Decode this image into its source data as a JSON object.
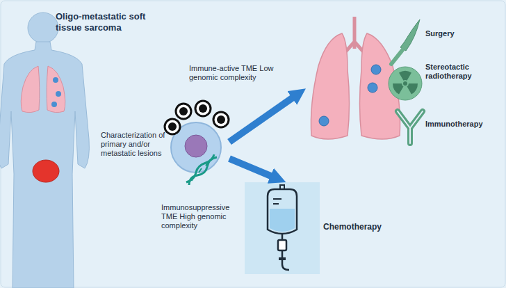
{
  "diagram": {
    "title": "Oligo-metastatic soft tissue sarcoma",
    "nodes": [
      {
        "text": [
          "Characterization of primary and/or metastatic lesions"
        ]
      },
      {
        "text": [
          "Surgery",
          "Stereotactic radiotherapy",
          "Immunotherapy"
        ]
      },
      {
        "text": [
          "Chemotherapy"
        ]
      }
    ],
    "edges": [
      {
        "from": 0,
        "to": 1,
        "arrow": "to",
        "label": "Immune-active TME Low genomic complexity"
      },
      {
        "from": 0,
        "to": 2,
        "arrow": "to",
        "label": "Immunosuppressive TME High genomic complexity"
      }
    ]
  }
}
